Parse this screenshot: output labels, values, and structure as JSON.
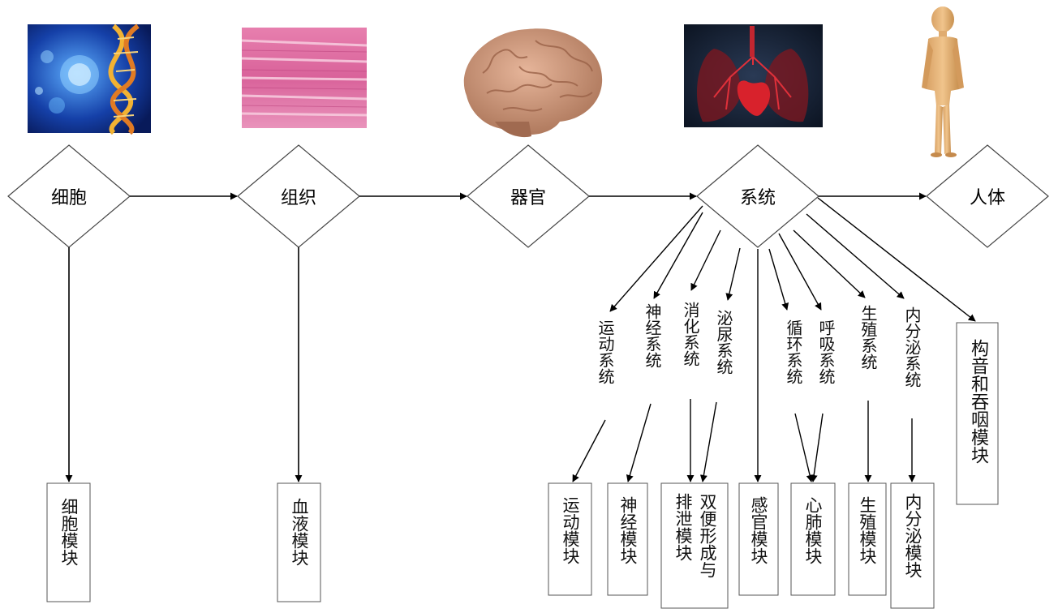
{
  "hierarchy": {
    "cell": "细胞",
    "tissue": "组织",
    "organ": "器官",
    "system": "系统",
    "human_body": "人体"
  },
  "systems": [
    {
      "id": "motor",
      "label": "运动系统"
    },
    {
      "id": "nervous",
      "label": "神经系统"
    },
    {
      "id": "digestive",
      "label": "消化系统"
    },
    {
      "id": "urinary",
      "label": "泌尿系统"
    },
    {
      "id": "circulatory",
      "label": "循环系统"
    },
    {
      "id": "respiratory",
      "label": "呼吸系统"
    },
    {
      "id": "reproductive",
      "label": "生殖系统"
    },
    {
      "id": "endocrine",
      "label": "内分泌系统"
    }
  ],
  "modules": {
    "cell": "细胞模块",
    "blood": "血液模块",
    "motor": "运动模块",
    "nervous": "神经模块",
    "excretion_line1": "双便形成与",
    "excretion_line2": "排泄模块",
    "sensory": "感官模块",
    "heart_lung": "心肺模块",
    "reproductive": "生殖模块",
    "endocrine": "内分泌模块",
    "articulation": "构音和吞咽模块"
  },
  "images": [
    "cell-dna-image",
    "muscle-tissue-image",
    "brain-image",
    "heart-lungs-image",
    "human-figure-image"
  ]
}
